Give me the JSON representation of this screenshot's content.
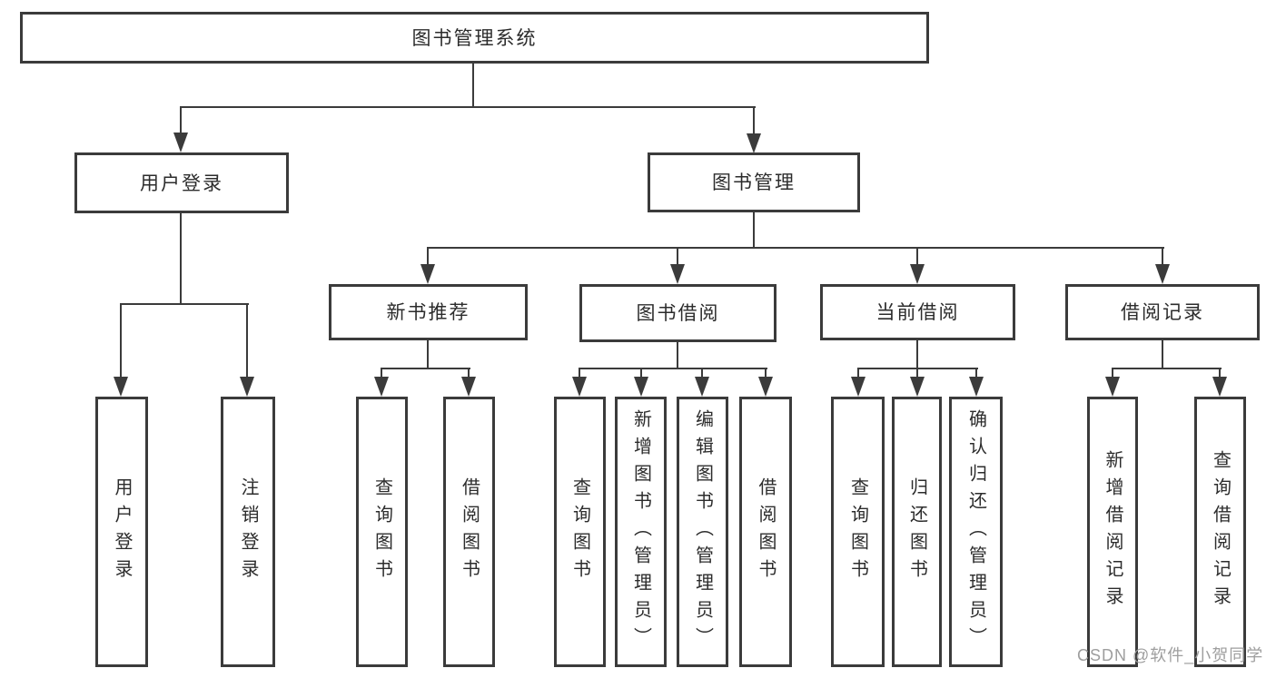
{
  "tree": {
    "label": "图书管理系统",
    "children": [
      {
        "label": "用户登录",
        "children": [
          {
            "label": "用户登录"
          },
          {
            "label": "注销登录"
          }
        ]
      },
      {
        "label": "图书管理",
        "children": [
          {
            "label": "新书推荐",
            "children": [
              {
                "label": "查询图书"
              },
              {
                "label": "借阅图书"
              }
            ]
          },
          {
            "label": "图书借阅",
            "children": [
              {
                "label": "查询图书"
              },
              {
                "label": "新增图书（管理员）"
              },
              {
                "label": "编辑图书（管理员）"
              },
              {
                "label": "借阅图书"
              }
            ]
          },
          {
            "label": "当前借阅",
            "children": [
              {
                "label": "查询图书"
              },
              {
                "label": "归还图书"
              },
              {
                "label": "确认归还（管理员）"
              }
            ]
          },
          {
            "label": "借阅记录",
            "children": [
              {
                "label": "新增借阅记录"
              },
              {
                "label": "查询借阅记录"
              }
            ]
          }
        ]
      }
    ]
  },
  "watermark": {
    "text": "CSDN @软件_小贺同学"
  },
  "colors": {
    "line": "#3b3b3b",
    "text": "#2c2c2c",
    "box_bg": "#ffffff",
    "background": "#ffffff",
    "watermark": "#9e9e9e"
  }
}
